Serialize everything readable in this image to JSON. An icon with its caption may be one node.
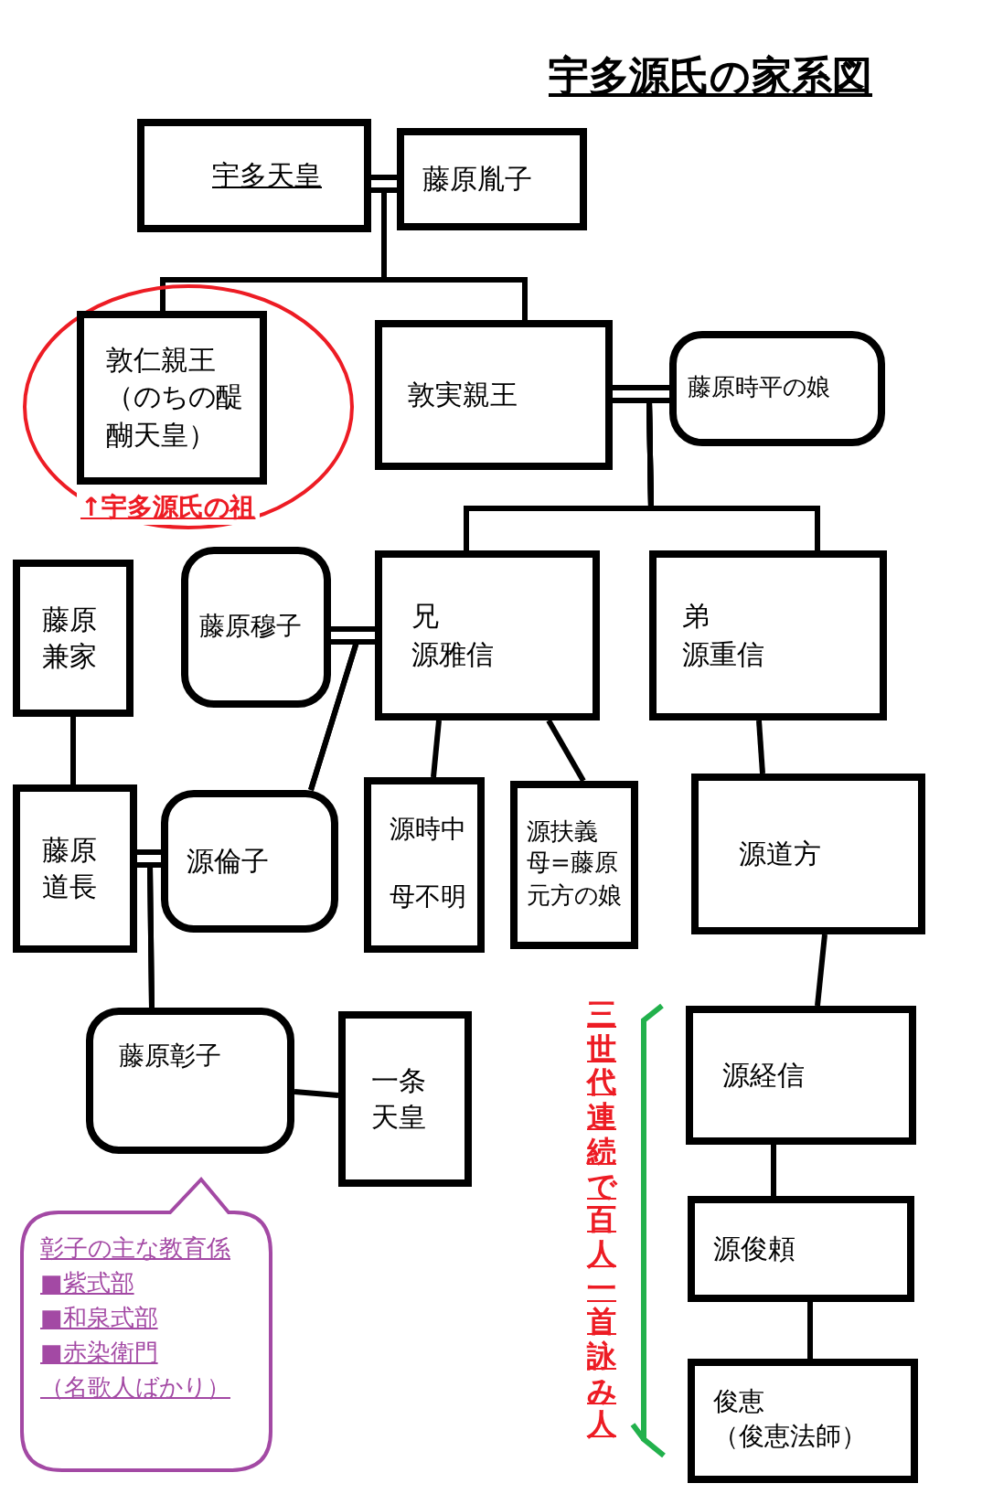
{
  "diagram": {
    "title": "宇多源氏の家系図",
    "nodes": [
      {
        "text": [
          "宇多天皇"
        ]
      },
      {
        "text": [
          "藤原胤子"
        ]
      },
      {
        "text": [
          "↑宇多源氏の祖"
        ]
      },
      {
        "text": [
          "敦仁親王（のちの醍醐天皇）"
        ],
        "in": 2
      },
      {
        "text": [
          "敦実親王"
        ]
      },
      {
        "text": [
          "藤原時平の娘"
        ]
      },
      {
        "text": [
          "藤原兼家"
        ]
      },
      {
        "text": [
          "藤原穆子"
        ]
      },
      {
        "text": [
          "兄",
          "源雅信"
        ]
      },
      {
        "text": [
          "弟",
          "源重信"
        ]
      },
      {
        "text": [
          "藤原道長"
        ]
      },
      {
        "text": [
          "源倫子"
        ]
      },
      {
        "text": [
          "源時中",
          "母不明"
        ]
      },
      {
        "text": [
          "源扶義",
          "母=藤原元方の娘"
        ]
      },
      {
        "text": [
          "源道方"
        ]
      },
      {
        "text": [
          "藤原彰子"
        ]
      },
      {
        "text": [
          "一条天皇"
        ]
      },
      {
        "text": [
          "源経信"
        ]
      },
      {
        "text": [
          "源俊頼"
        ]
      },
      {
        "text": [
          "俊恵",
          "（俊恵法師）"
        ]
      },
      {
        "text": [
          "彰子の主な教育係",
          "■紫式部",
          "■和泉式部",
          "■赤染衛門",
          "（名歌人ばかり）"
        ]
      }
    ],
    "edges": [
      {
        "from": 0,
        "to": 1,
        "arrow": "none"
      },
      {
        "from": 0,
        "to": 3,
        "arrow": "none"
      },
      {
        "from": 1,
        "to": 3,
        "arrow": "none"
      },
      {
        "from": 0,
        "to": 4,
        "arrow": "none"
      },
      {
        "from": 1,
        "to": 4,
        "arrow": "none"
      },
      {
        "from": 4,
        "to": 5,
        "arrow": "none"
      },
      {
        "from": 4,
        "to": 8,
        "arrow": "none"
      },
      {
        "from": 5,
        "to": 8,
        "arrow": "none"
      },
      {
        "from": 4,
        "to": 9,
        "arrow": "none"
      },
      {
        "from": 5,
        "to": 9,
        "arrow": "none"
      },
      {
        "from": 7,
        "to": 8,
        "arrow": "none"
      },
      {
        "from": 7,
        "to": 11,
        "arrow": "none"
      },
      {
        "from": 8,
        "to": 11,
        "arrow": "none"
      },
      {
        "from": 8,
        "to": 12,
        "arrow": "none"
      },
      {
        "from": 8,
        "to": 13,
        "arrow": "none"
      },
      {
        "from": 9,
        "to": 14,
        "arrow": "none"
      },
      {
        "from": 6,
        "to": 10,
        "arrow": "none"
      },
      {
        "from": 10,
        "to": 11,
        "arrow": "none"
      },
      {
        "from": 10,
        "to": 15,
        "arrow": "none"
      },
      {
        "from": 11,
        "to": 15,
        "arrow": "none"
      },
      {
        "from": 15,
        "to": 16,
        "arrow": "none"
      },
      {
        "from": 14,
        "to": 17,
        "arrow": "none"
      },
      {
        "from": 17,
        "to": 18,
        "arrow": "none"
      },
      {
        "from": 18,
        "to": 19,
        "arrow": "none"
      }
    ],
    "labels": [
      "三世代連続で百人一首詠み人"
    ]
  }
}
